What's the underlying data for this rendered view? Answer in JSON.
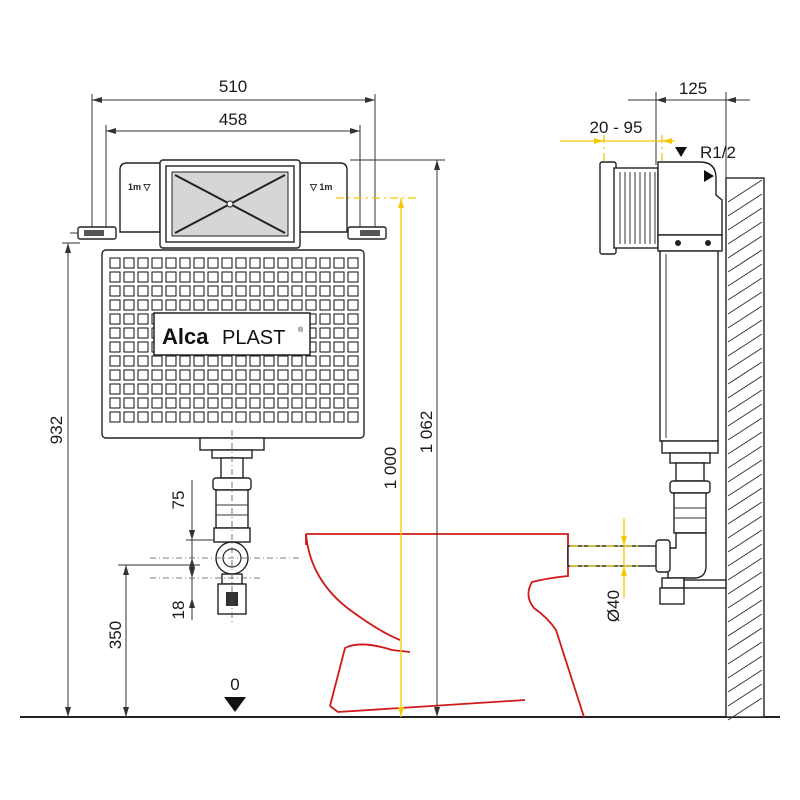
{
  "brand": {
    "name_bold": "Alca",
    "name_regular": "PLAST",
    "registered": "®"
  },
  "level_marks": {
    "left": "1m ▽",
    "right": "▽ 1m"
  },
  "dimensions": {
    "width_outer": "510",
    "width_inner": "458",
    "height_frame": "932",
    "height_inlet": "1 062",
    "height_tank": "1 000",
    "height_outlet": "350",
    "flush_offset": "75",
    "flush_small": "18",
    "floor_zero": "0",
    "depth_total": "125",
    "depth_range": "20 - 95",
    "inlet_thread": "R1/2",
    "pipe_diameter": "Ø40"
  },
  "colors": {
    "dimension_yellow": "#f4c800",
    "toilet_red": "#d01a1a",
    "line": "#222222"
  }
}
